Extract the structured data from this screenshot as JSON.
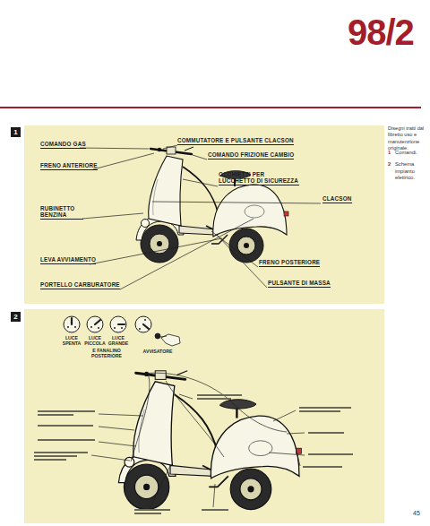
{
  "diagram": {
    "title": "98/2",
    "caption": "Disegni tratti dal libretto uso e manutenzione originale.",
    "labels": [
      "1",
      "COMANDO GAS",
      "COMMUTATORE E PULSANTE CLACSON",
      "COMANDO FRIZIONE CAMBIO",
      "FRENO ANTERIORE",
      "OCCHIETTI PER LUCCHETTO DI SICUREZZA",
      "CLACSON",
      "RUBINETTO BENZINA",
      "LEVA AVVIAMENTO",
      "FRENO POSTERIORE",
      "PORTELLO CARBURATORE",
      "PULSANTE DI MASSA",
      "2",
      "LUCE SPENTA",
      "LUCE PICCOLA",
      "LUCE GRANDE",
      "E FANALINO POSTERIORE",
      "AVVISATORE",
      "1",
      "Comandi.",
      "2",
      "Schema impianto elettrico.",
      "45"
    ]
  }
}
